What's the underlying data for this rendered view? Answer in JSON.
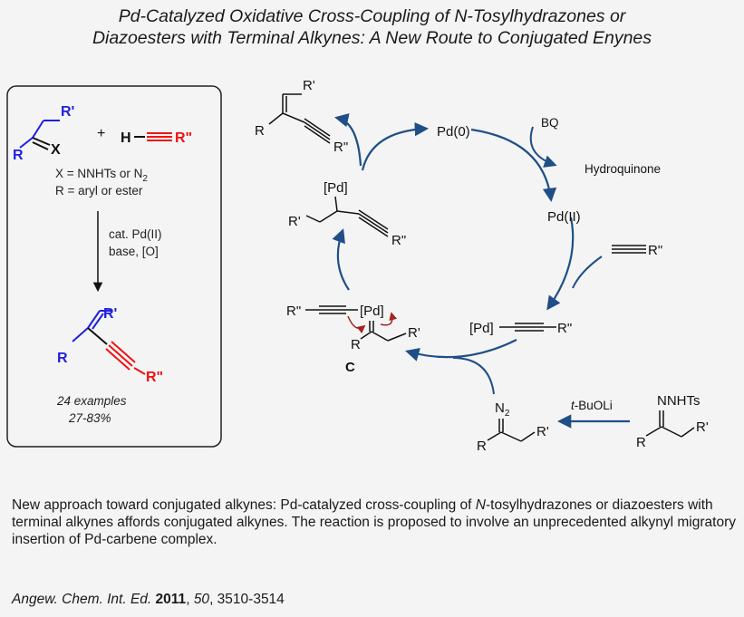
{
  "title": {
    "line1": "Pd-Catalyzed Oxidative Cross-Coupling of N-Tosylhydrazones or",
    "line2": "Diazoesters with Terminal Alkynes: A New Route to Conjugated Enynes"
  },
  "left_panel": {
    "r_prime": "R'",
    "r": "R",
    "x": "X",
    "plus": "+",
    "h": "H",
    "r_double_prime": "R\"",
    "x_def_pre": "X = NNHTs or N",
    "x_def_sub": "2",
    "r_def": "R = aryl or ester",
    "cond1": "cat. Pd(II)",
    "cond2": "base, [O]",
    "prod_r_prime": "R'",
    "prod_r": "R",
    "prod_r_double_prime": "R\"",
    "examples": "24 examples",
    "yields": "27-83%"
  },
  "cycle": {
    "pd0": "Pd(0)",
    "bq": "BQ",
    "hydroquinone": "Hydroquinone",
    "pd2": "Pd(II)",
    "alkyne_r": "R\"",
    "pd_alkynyl_pd": "[Pd]",
    "pd_alkynyl_r": "R\"",
    "carbene_rdd": "R\"",
    "carbene_pd": "[Pd]",
    "carbene_r": "R",
    "carbene_rp": "R'",
    "label_c": "C",
    "ins_pd": "[Pd]",
    "ins_rp": "R'",
    "ins_rdd": "R\"",
    "prod_rp": "R'",
    "prod_r": "R",
    "prod_rdd": "R\"",
    "diazo_n": "N",
    "diazo_sub": "2",
    "diazo_r": "R",
    "diazo_rp": "R'",
    "base_t": "t",
    "base_rest": "-BuOLi",
    "hydrazone_n": "NNHTs",
    "hydrazone_r": "R",
    "hydrazone_rp": "R'"
  },
  "summary": {
    "text_a": "New approach toward conjugated alkynes: Pd-catalyzed cross-coupling of ",
    "text_n": "N",
    "text_b": "-tosylhydrazones or diazoesters with terminal alkynes affords conjugated alkynes. The reaction is proposed to involve an unprecedented alkynyl migratory insertion of Pd-carbene complex."
  },
  "citation": {
    "journal": "Angew. Chem. Int. Ed.",
    "year": "2011",
    "volume": "50",
    "pages": ", 3510-3514"
  },
  "colors": {
    "blue": "#1f1fe0",
    "red": "#ee1111",
    "arrow": "#1f4f86",
    "curly": "#a42222"
  }
}
